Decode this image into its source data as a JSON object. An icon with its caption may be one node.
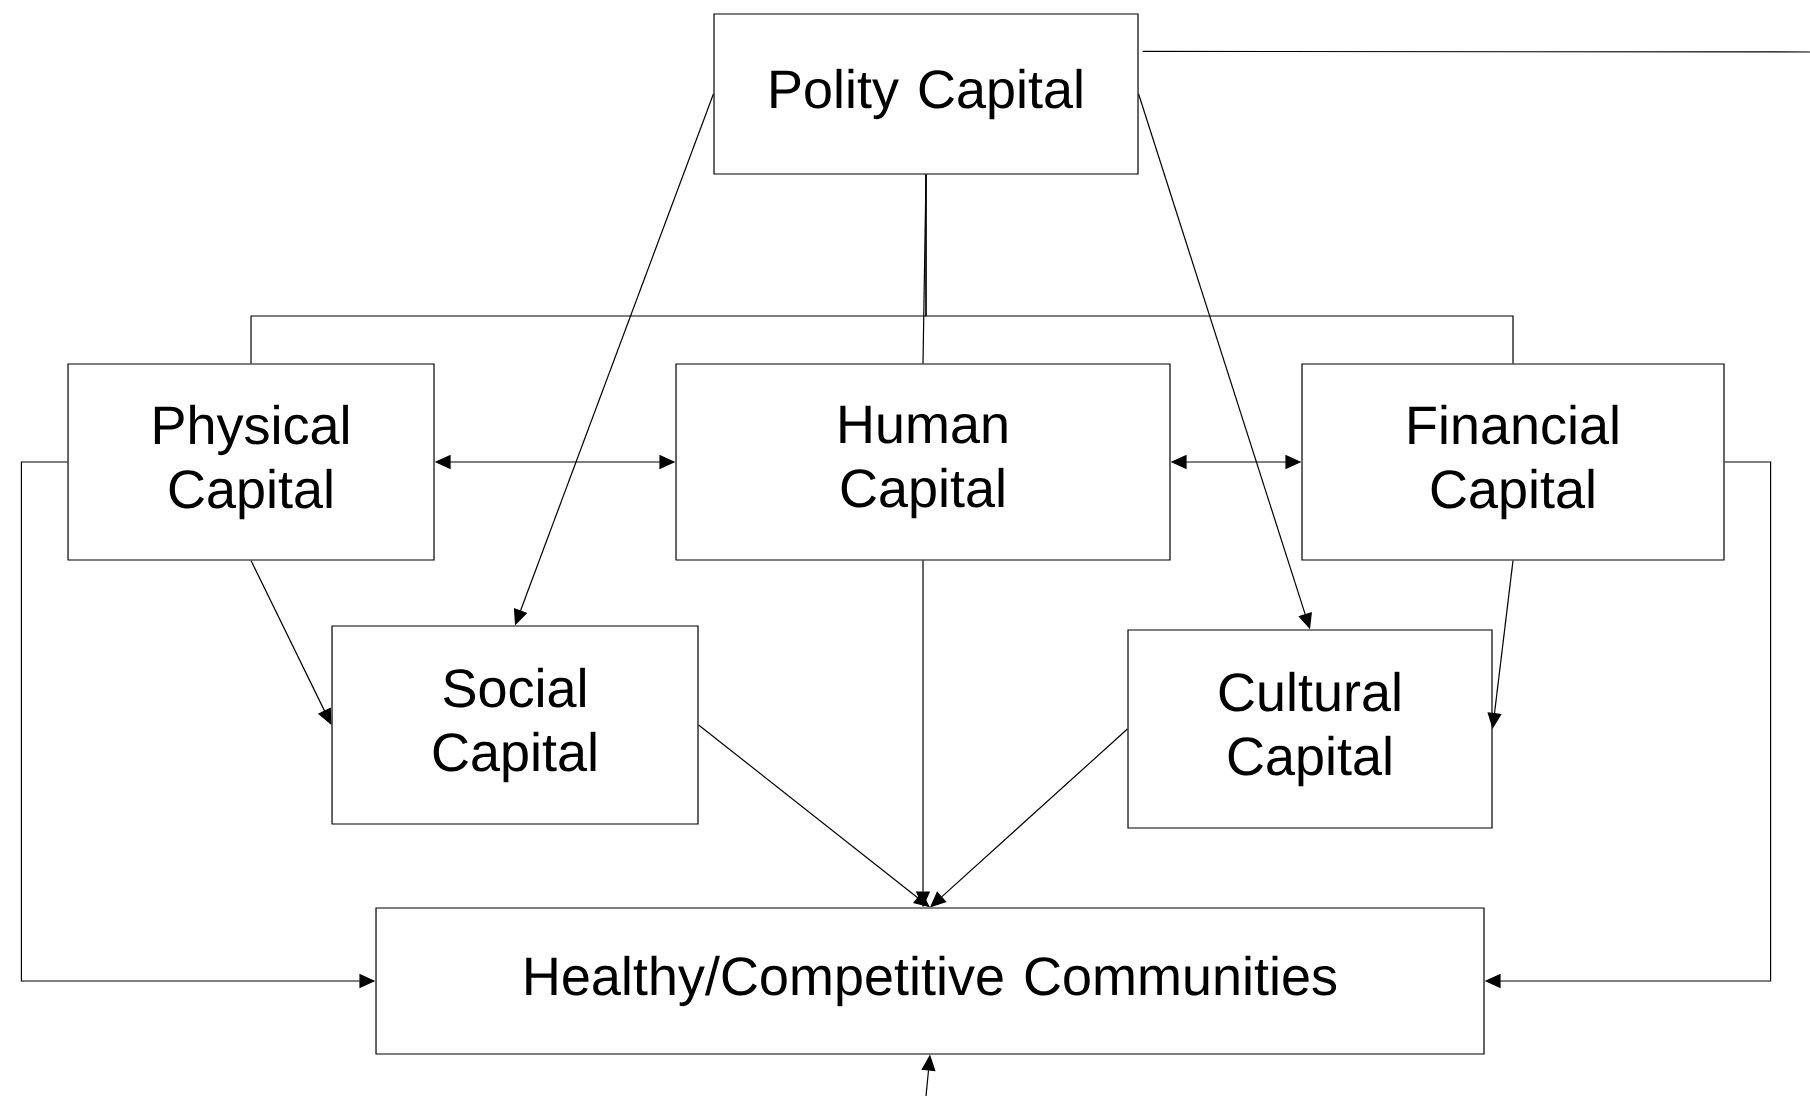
{
  "diagram": {
    "nodes": [
      {
        "text": [
          "Polity Capital"
        ]
      },
      {
        "text": [
          "Physical Capital"
        ]
      },
      {
        "text": [
          "Human Capital"
        ]
      },
      {
        "text": [
          "Financial Capital"
        ]
      },
      {
        "text": [
          "Social Capital"
        ]
      },
      {
        "text": [
          "Cultural Capital"
        ]
      },
      {
        "text": [
          "Healthy/Competitive Communities"
        ]
      }
    ],
    "edges": [
      {
        "from": 0,
        "to": 4,
        "arrow": "to"
      },
      {
        "from": 0,
        "to": 5,
        "arrow": "to"
      },
      {
        "from": 0,
        "to": 1,
        "arrow": "none"
      },
      {
        "from": 0,
        "to": 2,
        "arrow": "none"
      },
      {
        "from": 0,
        "to": 3,
        "arrow": "none"
      },
      {
        "from": 1,
        "to": 2,
        "arrow": "both"
      },
      {
        "from": 2,
        "to": 3,
        "arrow": "both"
      },
      {
        "from": 1,
        "to": 4,
        "arrow": "to"
      },
      {
        "from": 3,
        "to": 5,
        "arrow": "to"
      },
      {
        "from": 4,
        "to": 6,
        "arrow": "to"
      },
      {
        "from": 2,
        "to": 6,
        "arrow": "to"
      },
      {
        "from": 5,
        "to": 6,
        "arrow": "to"
      },
      {
        "from": 1,
        "to": 6,
        "arrow": "to"
      },
      {
        "from": 3,
        "to": 6,
        "arrow": "to"
      },
      {
        "from": 0,
        "to": null,
        "arrow": "none"
      },
      {
        "from": null,
        "to": 6,
        "arrow": "to"
      }
    ]
  }
}
